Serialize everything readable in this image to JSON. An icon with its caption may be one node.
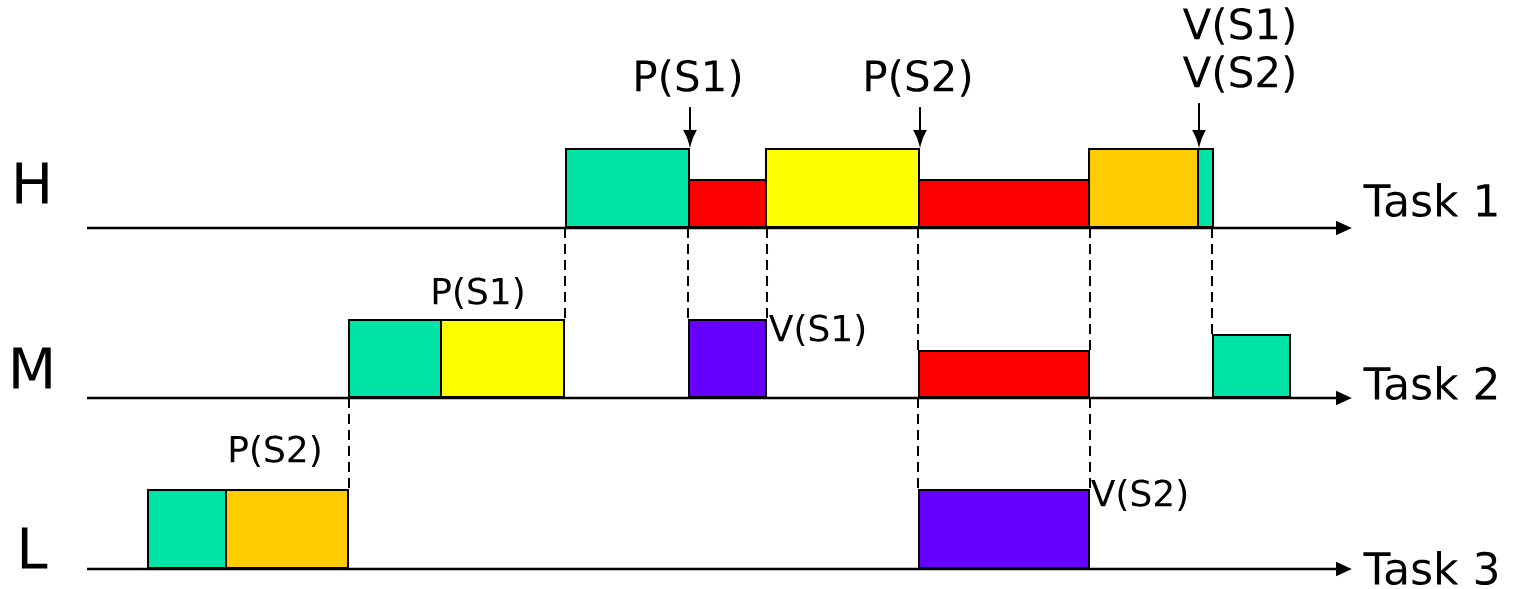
{
  "diagram": {
    "nodes": [
      {
        "text": [
          "P(S1)"
        ]
      },
      {
        "text": [
          "P(S2)"
        ]
      },
      {
        "text": [
          "V(S1)",
          "V(S2)"
        ]
      },
      {
        "text": [],
        "shape": "bar"
      },
      {
        "text": [],
        "shape": "bar"
      },
      {
        "text": [],
        "shape": "bar"
      },
      {
        "text": [],
        "shape": "bar"
      },
      {
        "text": [],
        "shape": "bar"
      },
      {
        "text": [],
        "shape": "bar"
      },
      {
        "text": [],
        "shape": "bar"
      },
      {
        "text": [],
        "shape": "bar",
        "beside": [
          "P(S1)"
        ]
      },
      {
        "text": [],
        "shape": "bar",
        "beside": [
          "V(S1)"
        ]
      },
      {
        "text": [],
        "shape": "bar"
      },
      {
        "text": [],
        "shape": "bar"
      },
      {
        "text": [],
        "shape": "bar"
      },
      {
        "text": [],
        "shape": "bar",
        "beside": [
          "P(S2)"
        ]
      },
      {
        "text": [],
        "shape": "bar",
        "beside": [
          "V(S2)"
        ]
      }
    ],
    "edges": [
      {
        "from": 0,
        "to": 3,
        "arrow": "to"
      },
      {
        "from": 1,
        "to": 5,
        "arrow": "to"
      },
      {
        "from": 2,
        "to": 7,
        "arrow": "to"
      },
      {
        "from": 3,
        "to": 10,
        "arrow": "none",
        "style": "dashed"
      },
      {
        "from": 4,
        "to": 11,
        "arrow": "none",
        "style": "dashed"
      },
      {
        "from": 5,
        "to": 11,
        "arrow": "none",
        "style": "dashed"
      },
      {
        "from": 6,
        "to": 12,
        "arrow": "none",
        "style": "dashed"
      },
      {
        "from": 7,
        "to": 12,
        "arrow": "none",
        "style": "dashed"
      },
      {
        "from": 8,
        "to": 13,
        "arrow": "none",
        "style": "dashed"
      },
      {
        "from": 9,
        "to": 15,
        "arrow": "none",
        "style": "dashed"
      },
      {
        "from": 12,
        "to": 16,
        "arrow": "none",
        "style": "dashed"
      },
      {
        "from": 12,
        "to": 16,
        "arrow": "none",
        "style": "dashed"
      }
    ],
    "labels": [
      "H",
      "Task 1",
      "M",
      "Task 2",
      "L",
      "Task 3"
    ]
  }
}
